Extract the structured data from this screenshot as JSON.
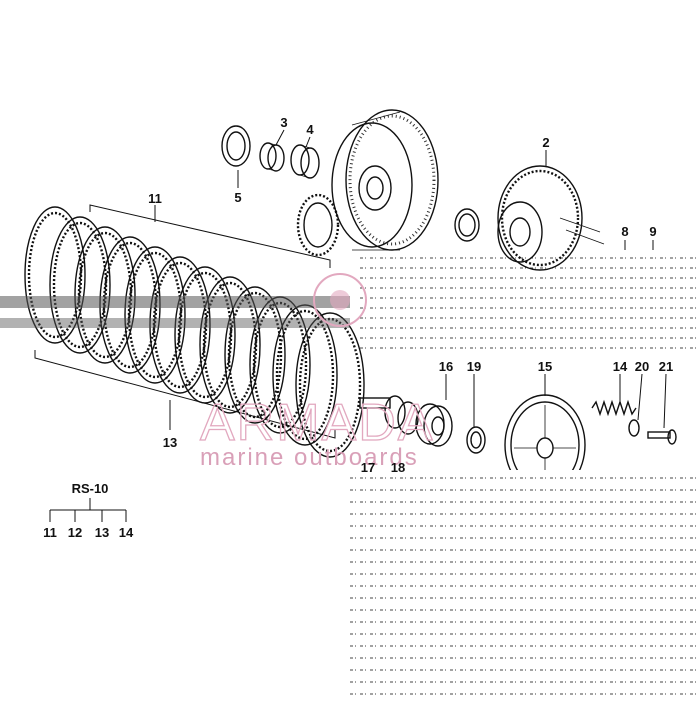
{
  "diagram": {
    "part_numbers": {
      "p2": "2",
      "p3": "3",
      "p4": "4",
      "p5": "5",
      "p8": "8",
      "p9": "9",
      "p11": "11",
      "p13": "13",
      "p14": "14",
      "p15": "15",
      "p16": "16",
      "p17": "17",
      "p18": "18",
      "p19": "19",
      "p20": "20",
      "p21": "21"
    },
    "kit": {
      "title": "RS-10",
      "members": [
        "11",
        "12",
        "13",
        "14"
      ]
    }
  },
  "watermark": {
    "brand": "ARMADA",
    "tagline": "marine outboards",
    "color": "#e2a8bf"
  }
}
